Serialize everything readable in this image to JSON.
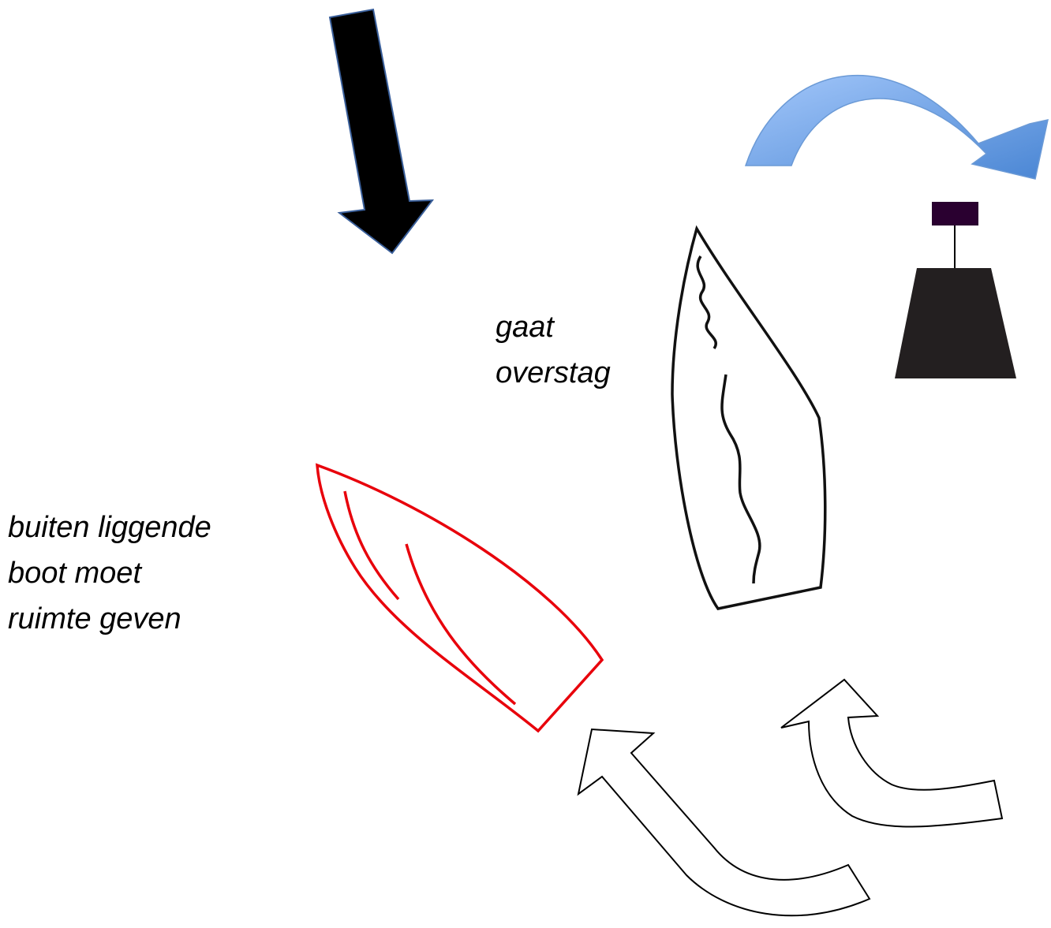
{
  "diagram": {
    "labels": {
      "tacking": [
        "gaat",
        "overstag"
      ],
      "outside_boat": [
        "buiten liggende",
        "boot moet",
        "ruimte geven"
      ]
    },
    "icons": {
      "wind": "wind-direction-arrow-icon",
      "rounding": "rounding-direction-arrow-icon",
      "mark": "buoy-mark-icon",
      "tacking_boat": "sailboat-icon",
      "outside_boat": "sailboat-icon",
      "path_outer": "curved-course-arrow-icon",
      "path_inner": "curved-course-arrow-icon"
    },
    "colors": {
      "wind_arrow": "#000000",
      "rounding_arrow_light": "#a3c7fa",
      "rounding_arrow_dark": "#4a86d4",
      "mark_top": "#2a0030",
      "mark_body": "#231f20",
      "tacking_boat": "#111111",
      "outside_boat": "#e8000b",
      "course_arrows": "#000000"
    }
  }
}
